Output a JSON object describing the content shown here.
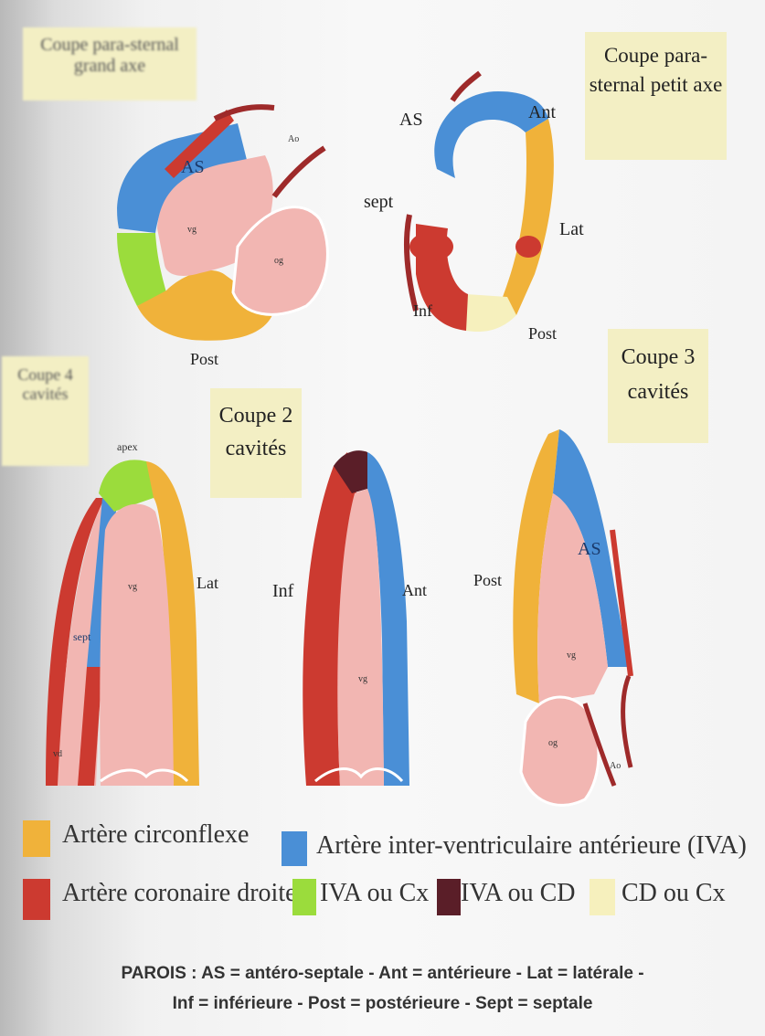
{
  "colors": {
    "circonflexe": "#f0b23a",
    "coronaire_droite": "#cc3a30",
    "iva": "#4a8fd6",
    "iva_cx": "#9bdc3c",
    "iva_cd": "#5a1e28",
    "cd_cx": "#f6f0bd",
    "tissue": "#f2b6b2",
    "vessel": "#9e2a2a",
    "label_bg": "#f3efc4"
  },
  "views": {
    "parasternal_long": {
      "title": "Coupe para-sternal grand axe",
      "as": "AS",
      "ao": "Ao",
      "vg": "vg",
      "og": "og",
      "post": "Post"
    },
    "parasternal_short": {
      "title": "Coupe para-sternal petit axe",
      "as": "AS",
      "ant": "Ant",
      "sept": "sept",
      "lat": "Lat",
      "inf": "Inf",
      "post": "Post"
    },
    "four_chamber": {
      "title": "Coupe 4 cavités",
      "apex": "apex",
      "vg": "vg",
      "lat": "Lat",
      "sept": "sept",
      "vd": "vd"
    },
    "two_chamber": {
      "title": "Coupe 2 cavités",
      "inf": "Inf",
      "ant": "Ant",
      "vg": "vg"
    },
    "three_chamber": {
      "title": "Coupe 3 cavités",
      "as": "AS",
      "post": "Post",
      "vg": "vg",
      "og": "og",
      "ao": "Ao"
    }
  },
  "legend": {
    "circonflexe": "Artère circonflexe",
    "coronaire_droite": "Artère coronaire droite",
    "iva": "Artère inter-ventriculaire antérieure (IVA)",
    "iva_cx": "IVA ou Cx",
    "iva_cd": "IVA ou CD",
    "cd_cx": "CD ou Cx"
  },
  "footer": {
    "line1": "PAROIS : AS = antéro-septale - Ant = antérieure - Lat = latérale -",
    "line2": "Inf = inférieure - Post = postérieure - Sept = septale"
  }
}
